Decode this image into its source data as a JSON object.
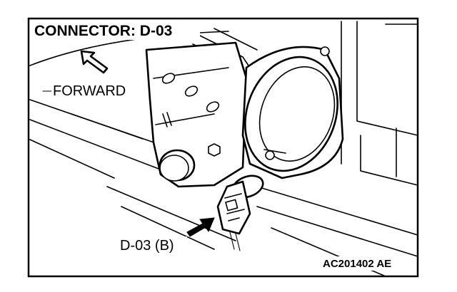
{
  "title": "CONNECTOR: D-03",
  "direction_label": "FORWARD",
  "connector_callout": "D-03 (B)",
  "figure_code": "AC201402 AE"
}
